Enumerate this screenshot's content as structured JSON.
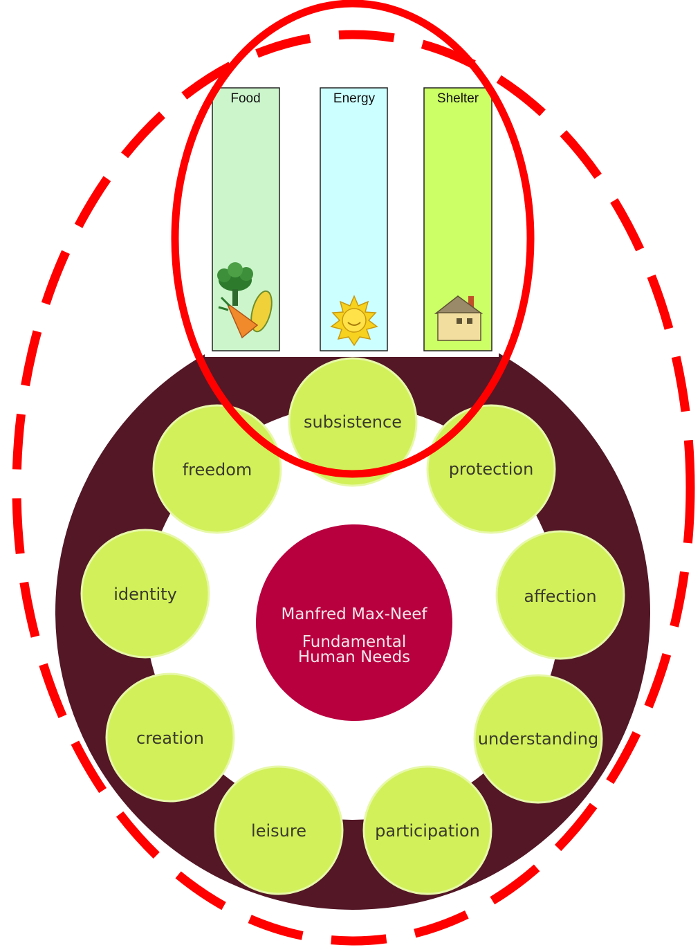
{
  "columns": [
    {
      "label": "Food",
      "color": "#ccf5cc",
      "icon": "vegetables-icon"
    },
    {
      "label": "Energy",
      "color": "#ccffff",
      "icon": "sun-icon"
    },
    {
      "label": "Shelter",
      "color": "#ccff66",
      "icon": "house-icon"
    }
  ],
  "center": {
    "line1": "Manfred Max-Neef",
    "line2": "Fundamental",
    "line3": "Human Needs"
  },
  "needs": [
    "subsistence",
    "protection",
    "affection",
    "understanding",
    "participation",
    "leisure",
    "creation",
    "identity",
    "freedom"
  ],
  "colors": {
    "outer_ring": "#531726",
    "inner_field": "#ffffff",
    "need_circle": "#d2f05a",
    "center_circle": "#b8003f",
    "highlight": "#ff0000"
  }
}
